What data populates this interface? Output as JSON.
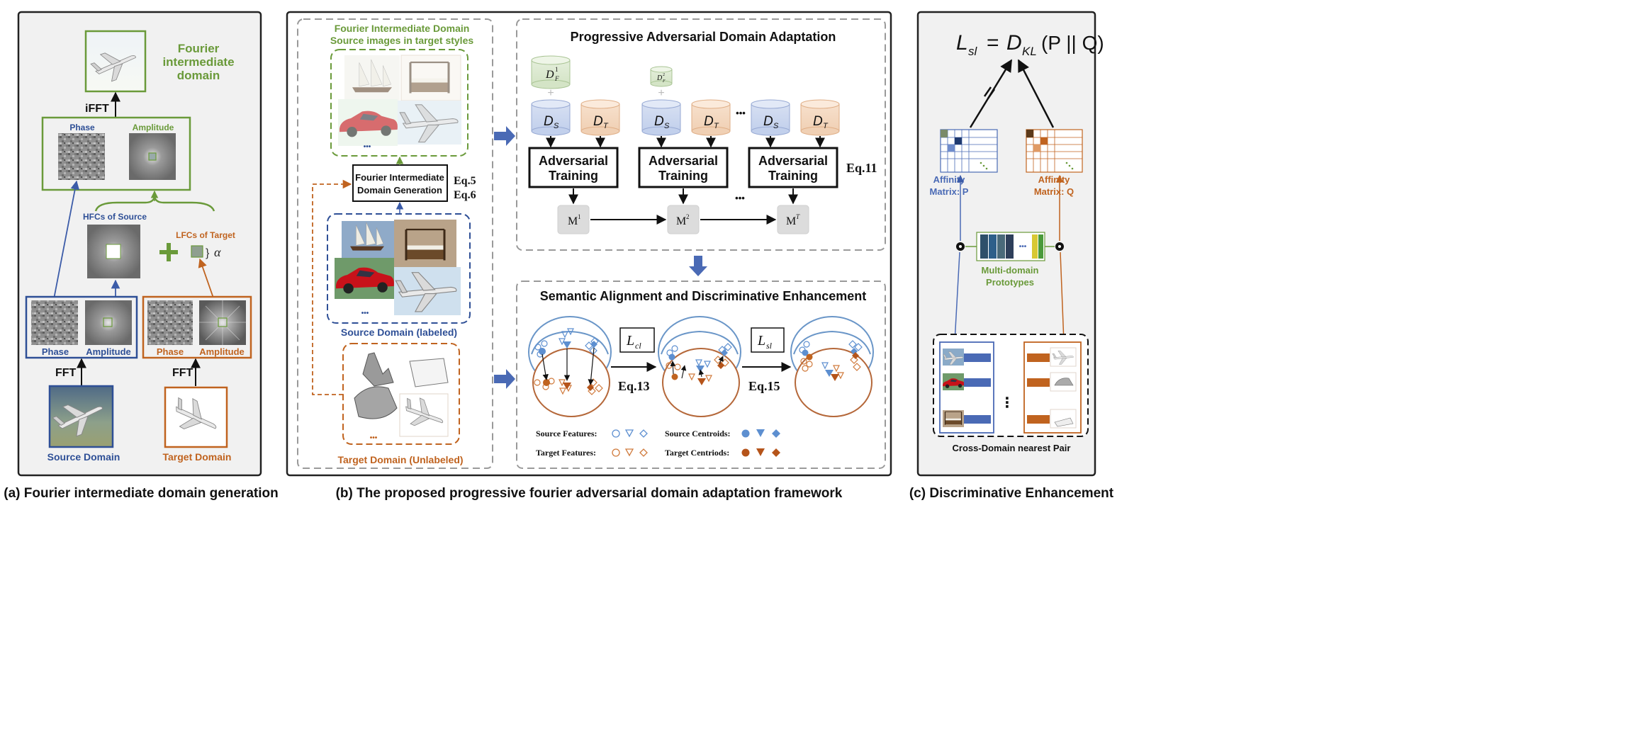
{
  "colors": {
    "green": "#6a9a3a",
    "blue": "#2e4f96",
    "orange": "#c0631f",
    "gray": "#777777"
  },
  "panel_a": {
    "heading": "Fourier intermediate domain",
    "ifft": "iFFT",
    "phase": "Phase",
    "amplitude": "Amplitude",
    "hfc": "HFCs of Source",
    "lfc": "LFCs of Target",
    "alpha": "α",
    "fft": "FFT",
    "source_domain": "Source Domain",
    "target_domain": "Target Domain"
  },
  "panel_b": {
    "fid_title_1": "Fourier Intermediate Domain",
    "fid_title_2": "Source images in target styles",
    "fid_gen_1": "Fourier Intermediate",
    "fid_gen_2": "Domain Generation",
    "eq5": "Eq.5",
    "eq6": "Eq.6",
    "source_label": "Source Domain (labeled)",
    "target_label": "Target Domain (Unlabeled)",
    "ellipsis": "…",
    "pada_title": "Progressive Adversarial  Domain Adaptation",
    "df1": "D",
    "df1_sup": "1",
    "df1_sub": "F",
    "df2": "D",
    "df2_sup": "2",
    "df2_sub": "F",
    "ds": "D",
    "ds_sub": "S",
    "dt": "D",
    "dt_sub": "T",
    "adv_1": "Adversarial",
    "adv_2": "Training",
    "m": "M",
    "m1_sup": "1",
    "m2_sup": "2",
    "mt_sup": "T",
    "eq11": "Eq.11",
    "dots": "•••",
    "sade_title": "Semantic Alignment and Discriminative Enhancement",
    "lcl_main": "L",
    "lcl_sub": "cl",
    "lsl_main": "L",
    "lsl_sub": "sl",
    "eq13": "Eq.13",
    "eq15": "Eq.15",
    "source_features": "Source Features:",
    "target_features": "Target Features:",
    "source_centroids": "Source Centroids:",
    "target_centroids": "Target Centriods:"
  },
  "panel_c": {
    "formula_l": "L",
    "formula_l_sub": "sl",
    "formula_eq": "=",
    "formula_d": "D",
    "formula_d_sub": "KL",
    "formula_args": "(P || Q)",
    "affinity_p_1": "Affinity",
    "affinity_p_2": "Matrix: P",
    "affinity_q_1": "Affinity",
    "affinity_q_2": "Matrix: Q",
    "prototypes_1": "Multi-domain",
    "prototypes_2": "Prototypes",
    "proto_dots": "•••",
    "pair_label": "Cross-Domain nearest Pair"
  },
  "captions": {
    "a": "(a) Fourier intermediate domain generation",
    "b": "(b) The proposed progressive fourier adversarial  domain adaptation framework",
    "c": "(c) Discriminative Enhancement"
  }
}
